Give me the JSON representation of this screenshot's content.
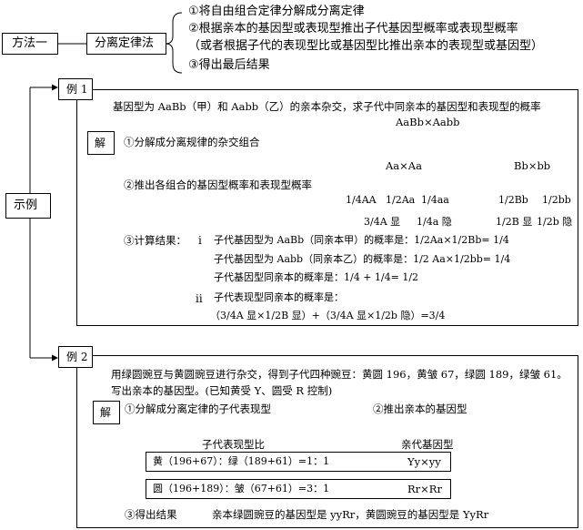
{
  "top": {
    "method_label": "方法一",
    "law_label": "分离定律法",
    "steps": [
      "①将自由组合定律分解成分离定律",
      "②根据亲本的基因型或表现型推出子代基因型概率或表现型概率",
      "（或者根据子代的表现型比或基因型比推出亲本的表现型或基因型）",
      "③得出最后结果"
    ]
  },
  "side": {
    "label": "示例"
  },
  "ex1": {
    "tag": "例 1",
    "question": "基因型为 AaBb（甲）和 Aabb（乙）的亲本杂交，求子代中同亲本的基因型和表现型的概率",
    "solve": "解",
    "step1": "①分解成分离规律的杂交组合",
    "cross": "AaBb×Aabb",
    "sub1": "Aa×Aa",
    "sub2": "Bb×bb",
    "step2": "②推出各组合的基因型概率和表现型概率",
    "g1": [
      "1/4AA",
      "1/2Aa",
      "1/4aa"
    ],
    "p1": [
      "3/4A 显",
      "1/4a 隐"
    ],
    "g2": [
      "1/2Bb",
      "1/2bb"
    ],
    "p2": [
      "1/2B 显",
      "1/2b 隐"
    ],
    "step3": "③计算结果：",
    "i": "i",
    "ii": "ii",
    "r1": "子代基因型为 AaBb（同亲本甲）的概率是：1/2Aa×1/2Bb= 1/4",
    "r2": "子代基因型为 Aabb（同亲本乙）的概率是：1/2 Aa×1/2bb= 1/4",
    "r3": "子代基因型同亲本的概率是：1/4 + 1/4= 1/2",
    "r4": "子代表现型同亲本的概率是：",
    "r5": "（3/4A 显×1/2B 显）+（3/4A 显×1/2b 隐）=3/4"
  },
  "ex2": {
    "tag": "例 2",
    "q1": "用绿圆豌豆与黄圆豌豆进行杂交，得到子代四种豌豆：黄圆 196，黄皱 67，绿圆 189，绿皱 61。",
    "q2": "写出亲本的基因型。(已知黄受 Y、圆受 R 控制)",
    "solve": "解",
    "s1": "①分解成分离定律的子代表现型",
    "s2": "②推出亲本的基因型",
    "h1": "子代表现型比",
    "h2": "亲代基因型",
    "row1": "黄（196+67）：绿（189+61）=1：1",
    "res1": "Yy×yy",
    "row2": "圆（196+189）：皱（67+61）=3：1",
    "res2": "Rr×Rr",
    "s3": "③得出结果",
    "final": "亲本绿圆豌豆的基因型是 yyRr，黄圆豌豆的基因型是 YyRr"
  }
}
